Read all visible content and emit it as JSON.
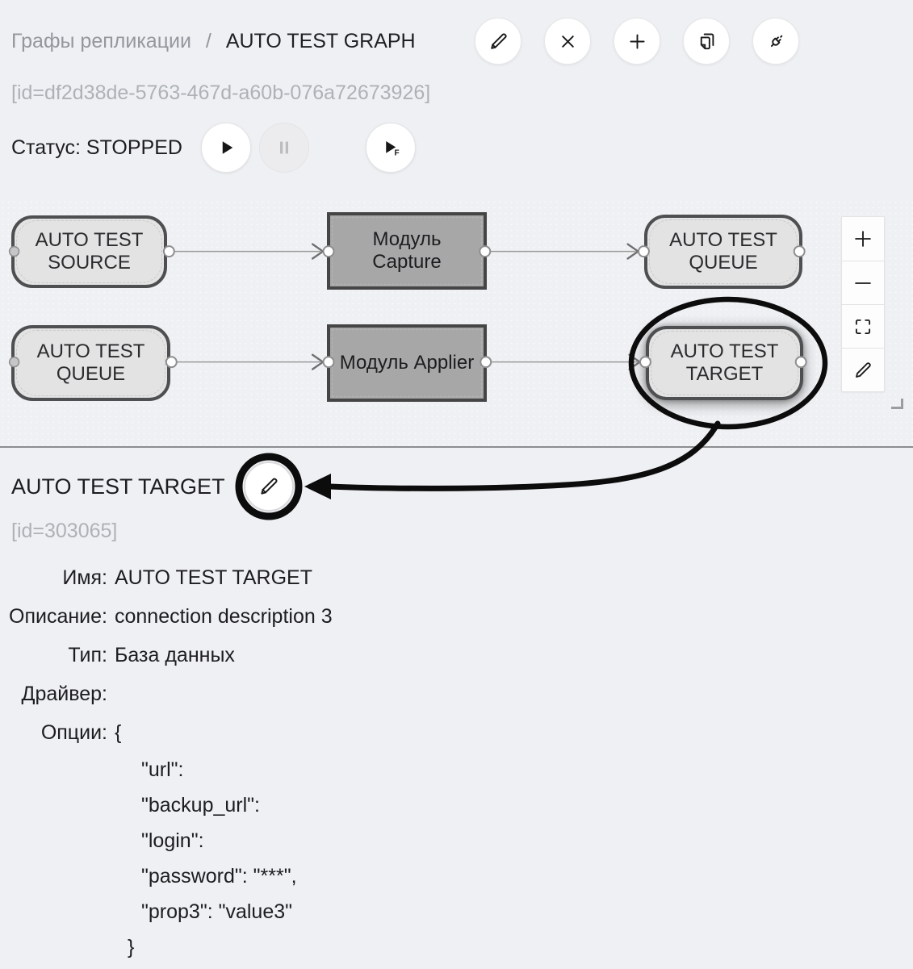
{
  "breadcrumb": {
    "parent": "Графы репликации",
    "separator": "/",
    "current": "AUTO TEST GRAPH"
  },
  "page_id": "[id=df2d38de-5763-467d-a60b-076a72673926]",
  "header_icons": [
    "pencil-edit",
    "x-delete",
    "plus-add",
    "copy-duplicate",
    "plug-connections"
  ],
  "status": {
    "label": "Статус:",
    "value": "STOPPED",
    "combined": "Статус: STOPPED",
    "forced_label": "F",
    "playback_icons": [
      "play",
      "pause-disabled",
      "play-forced"
    ]
  },
  "graph": {
    "nodes": [
      {
        "label": "AUTO TEST SOURCE",
        "type": "endpoint"
      },
      {
        "label": "Модуль Capture",
        "type": "module"
      },
      {
        "label": "AUTO TEST QUEUE",
        "type": "endpoint"
      },
      {
        "label": "AUTO TEST QUEUE",
        "type": "endpoint"
      },
      {
        "label": "Модуль Applier",
        "type": "module"
      },
      {
        "label": "AUTO TEST TARGET",
        "type": "endpoint",
        "selected": true,
        "annotated": true
      }
    ],
    "edges": [
      {
        "from": "AUTO TEST SOURCE",
        "to": "Модуль Capture"
      },
      {
        "from": "Модуль Capture",
        "to": "AUTO TEST QUEUE"
      },
      {
        "from": "AUTO TEST QUEUE",
        "to": "Модуль Applier"
      },
      {
        "from": "Модуль Applier",
        "to": "AUTO TEST TARGET"
      }
    ],
    "toolbar_icons": [
      "zoom-in",
      "zoom-out",
      "fit-screen",
      "pencil-edit"
    ]
  },
  "details": {
    "title": "AUTO TEST TARGET",
    "id": "[id=303065]",
    "rows": [
      {
        "label": "Имя:",
        "value": "AUTO TEST TARGET"
      },
      {
        "label": "Описание:",
        "value": "connection description 3"
      },
      {
        "label": "Тип:",
        "value": "База данных"
      },
      {
        "label": "Драйвер:",
        "value": ""
      },
      {
        "label": "Опции:",
        "value": "{"
      }
    ],
    "options": {
      "open": "{",
      "lines": [
        "\"url\":",
        "\"backup_url\":",
        "\"login\":",
        "\"password\": \"***\",",
        "\"prop3\": \"value3\""
      ],
      "close": "}"
    }
  },
  "colors": {
    "page_bg": "#eef0f3",
    "endpoint_fill": "#e3e3e4",
    "endpoint_border": "#4e4f50",
    "module_fill": "#a7a7a8",
    "module_border": "#454546",
    "edge": "#9a9a9a",
    "annotation": "#0c0c0c",
    "muted_text": "#aeb1b6",
    "text": "#1d1d1f"
  }
}
